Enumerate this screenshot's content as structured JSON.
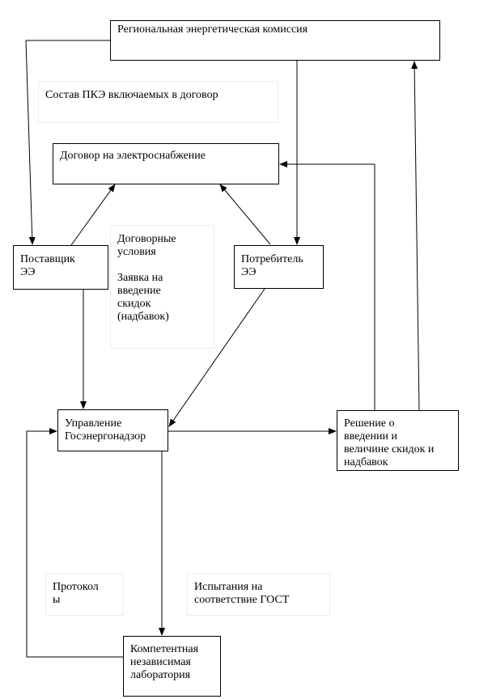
{
  "nodes": {
    "rek": "Региональная энергетическая комиссия",
    "contract": "Договор на электроснабжение",
    "supplier": "Поставщик\nЭЭ",
    "consumer": "Потребитель\nЭЭ",
    "gosenergonadzor": "Управление\nГосэнергонадзор",
    "decision": "Решение о\nвведении и\nвеличине скидок и\nнадбавок",
    "lab": "Компетентная\nнезависимая\nлаборатория"
  },
  "notes": {
    "pke": "Состав ПКЭ включаемых в договор",
    "contract_terms": "Договорные\nусловия\n\nЗаявка на\nвведение\nскидок\n(надбавок)",
    "protocols": "Протокол\nы",
    "gost": "Испытания на\nсоответствие ГОСТ"
  }
}
